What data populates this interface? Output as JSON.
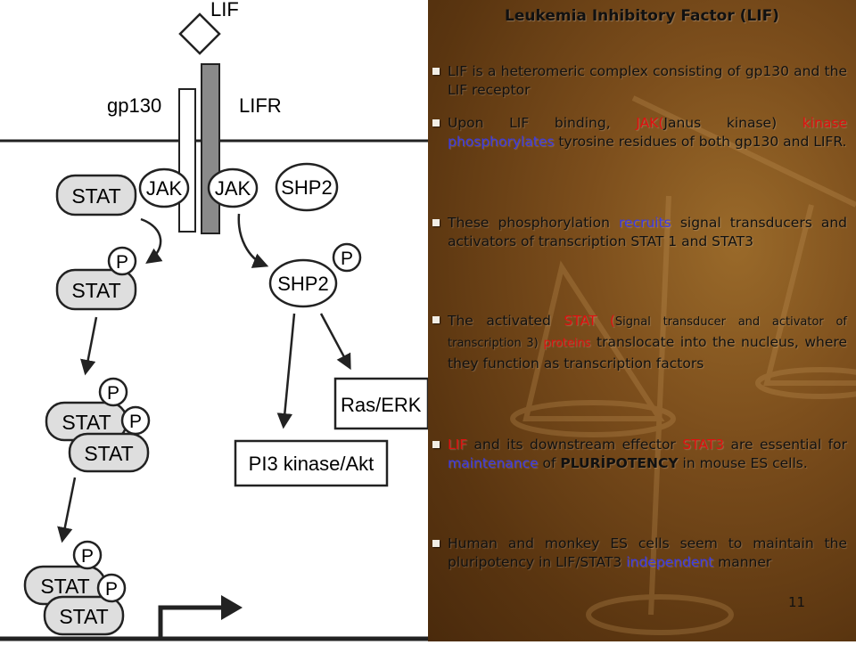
{
  "diagram": {
    "lif_label": "LIF",
    "gp130_label": "gp130",
    "lifr_label": "LIFR",
    "jak_left": "JAK",
    "jak_right": "JAK",
    "shp2_top": "SHP2",
    "stat_top": "STAT",
    "p_label": "P",
    "stat_p": "STAT",
    "shp2_p": "SHP2",
    "ras_erk": "Ras/ERK",
    "pi3k": "PI3 kinase/Akt",
    "stat_dimer_1": "STAT",
    "stat_dimer_2": "STAT",
    "stat_nuc_1": "STAT",
    "stat_nuc_2": "STAT"
  },
  "slide": {
    "title": "Leukemia Inhibitory Factor (LIF)",
    "page_number": "11",
    "b1": "LIF is a heteromeric complex consisting of gp130 and the LIF receptor",
    "b2": {
      "t1": "Upon LIF binding, ",
      "t2": "JAK(",
      "t3": "Janus kinase)  ",
      "t4": "kinase",
      "t5": " ",
      "t6": "phosphorylates",
      "t7": " tyrosine residues of both gp130 and LIFR."
    },
    "b3": {
      "t1": "These phosphorylation ",
      "t2": "recruits",
      "t3": " signal transducers and activators of transcription STAT 1 and STAT3"
    },
    "b4": {
      "t1": "The activated ",
      "t2": "STAT (",
      "t3": "Signal transducer and activator of transcription 3)  ",
      "t4": "proteins",
      "t5": " translocate into the nucleus, where they function as transcription factors"
    },
    "b5": {
      "t1": "LIF",
      "t2": " and its downstream effector ",
      "t3": "STAT3",
      "t4": " are essential for ",
      "t5": "maintenance",
      "t6": " of ",
      "t7": "PLURİPOTENCY",
      "t8": " in mouse ES cells."
    },
    "b6": {
      "t1": "Human and monkey ES cells seem to maintain the pluripotency in LIF/STAT3 ",
      "t2": "independent",
      "t3": " manner"
    }
  }
}
